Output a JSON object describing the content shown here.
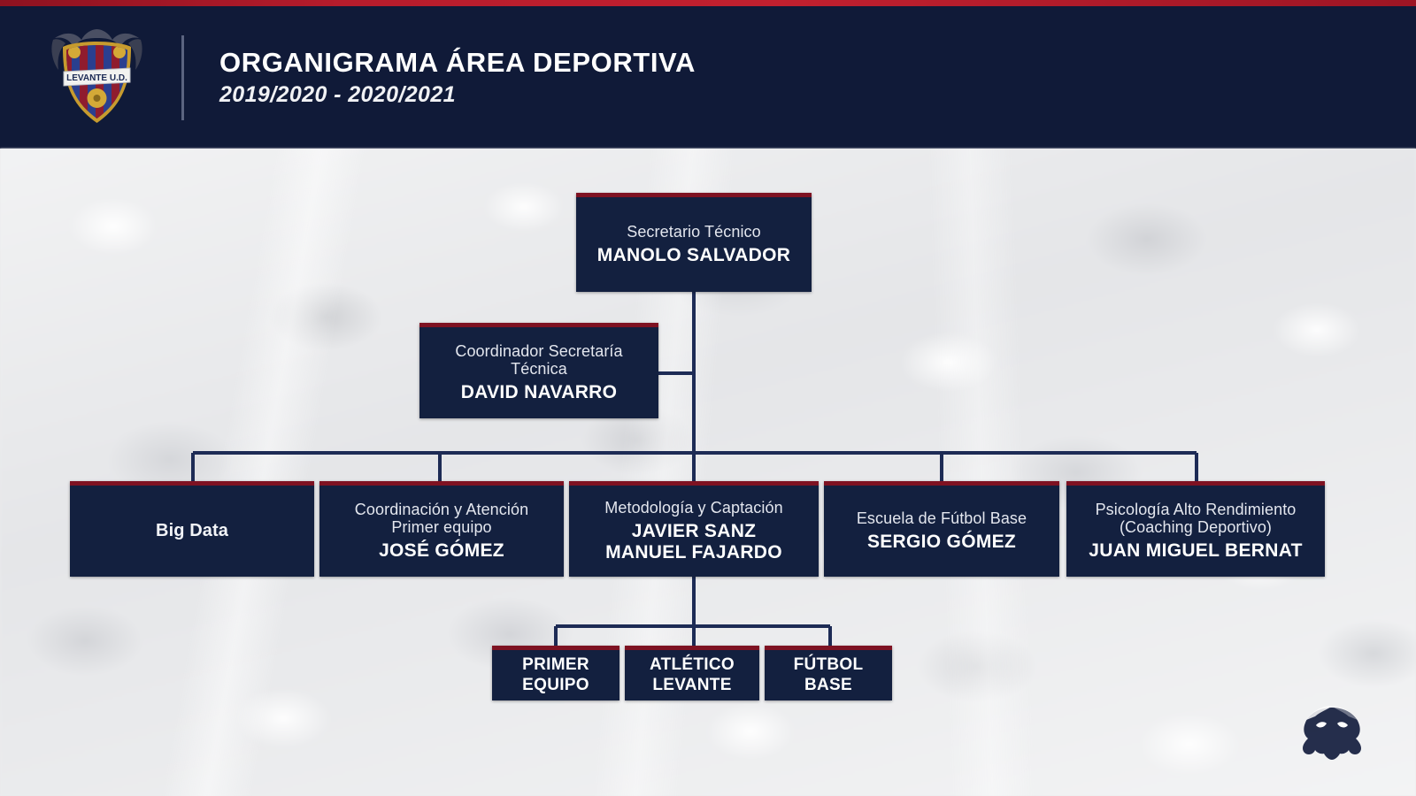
{
  "header": {
    "title": "ORGANIGRAMA ÁREA DEPORTIVA",
    "subtitle": "2019/2020 - 2020/2021",
    "crest_text": "LEVANTE U.D.",
    "crest_name": "levante-ud-crest",
    "accent_red": "#b71c2c",
    "navy": "#101a38"
  },
  "chart_data": {
    "type": "diagram",
    "title": "ORGANIGRAMA ÁREA DEPORTIVA",
    "subtitle": "2019/2020 - 2020/2021",
    "nodes": [
      {
        "id": "secretario",
        "role": "Secretario Técnico",
        "role2": "",
        "person": "MANOLO SALVADOR",
        "person2": "",
        "level": 0
      },
      {
        "id": "coordinador",
        "role": "Coordinador Secretaría",
        "role2": "Técnica",
        "person": "DAVID NAVARRO",
        "person2": "",
        "level": 1
      },
      {
        "id": "bigdata",
        "role": "Big Data",
        "role2": "",
        "person": "",
        "person2": "",
        "level": 2
      },
      {
        "id": "coordinacion",
        "role": "Coordinación y Atención",
        "role2": "Primer equipo",
        "person": "JOSÉ GÓMEZ",
        "person2": "",
        "level": 2
      },
      {
        "id": "metodologia",
        "role": "Metodología y Captación",
        "role2": "",
        "person": "JAVIER SANZ",
        "person2": "MANUEL FAJARDO",
        "level": 2
      },
      {
        "id": "escuela",
        "role": "Escuela de Fútbol Base",
        "role2": "",
        "person": "SERGIO GÓMEZ",
        "person2": "",
        "level": 2
      },
      {
        "id": "psicologia",
        "role": "Psicología Alto Rendimiento",
        "role2": "(Coaching Deportivo)",
        "person": "JUAN MIGUEL BERNAT",
        "person2": "",
        "level": 2
      },
      {
        "id": "primer",
        "role": "PRIMER",
        "role2": "EQUIPO",
        "person": "",
        "person2": "",
        "level": 3
      },
      {
        "id": "atletico",
        "role": "ATLÉTICO",
        "role2": "LEVANTE",
        "person": "",
        "person2": "",
        "level": 3
      },
      {
        "id": "futbolbase",
        "role": "FÚTBOL",
        "role2": "BASE",
        "person": "",
        "person2": "",
        "level": 3
      }
    ],
    "edges": [
      {
        "from": "secretario",
        "to": "coordinador"
      },
      {
        "from": "secretario",
        "to": "bigdata"
      },
      {
        "from": "secretario",
        "to": "coordinacion"
      },
      {
        "from": "secretario",
        "to": "metodologia"
      },
      {
        "from": "secretario",
        "to": "escuela"
      },
      {
        "from": "secretario",
        "to": "psicologia"
      },
      {
        "from": "metodologia",
        "to": "primer"
      },
      {
        "from": "metodologia",
        "to": "atletico"
      },
      {
        "from": "metodologia",
        "to": "futbolbase"
      }
    ],
    "box_fill": "#13203f",
    "box_top_accent": "#7e1222",
    "line_color": "#1d2b55"
  },
  "watermark": {
    "name": "levante-frog-logo"
  }
}
